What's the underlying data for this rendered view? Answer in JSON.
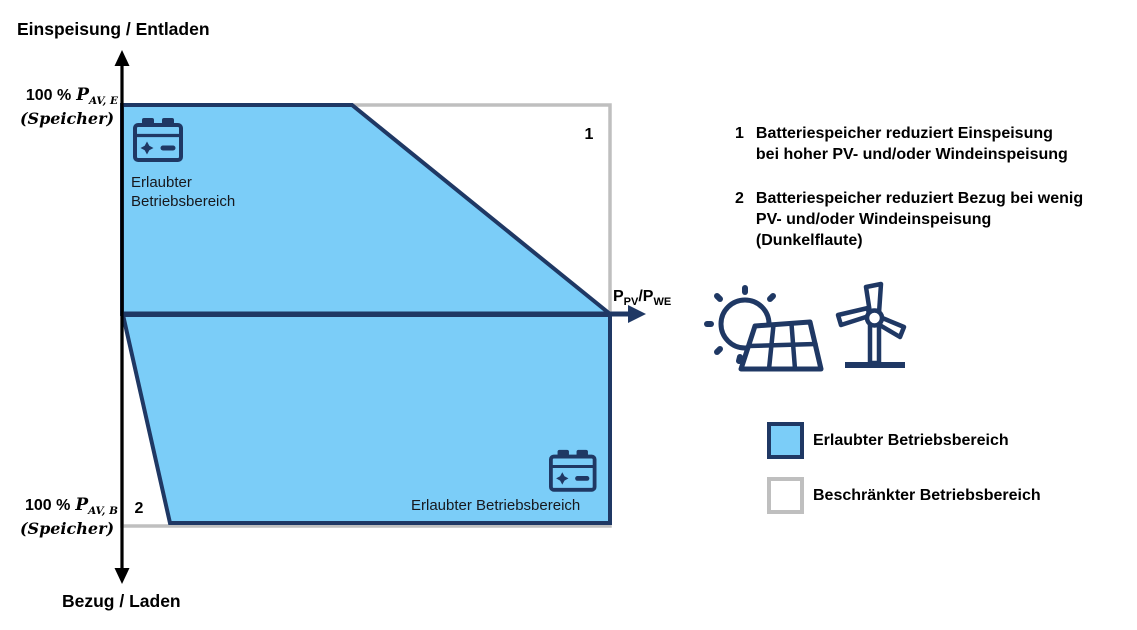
{
  "axis": {
    "y_title_top": "Einspeisung / Entladen",
    "y_title_bottom": "Bezug / Laden",
    "y_top": {
      "percent": "100 %",
      "symbol": "P",
      "subscript": "AV, E",
      "line2": "(Speicher)"
    },
    "y_bottom": {
      "percent": "100 %",
      "symbol": "P",
      "subscript": "AV, B",
      "line2": "(Speicher)"
    },
    "x": {
      "p1": "P",
      "sub1": "PV",
      "mid": "/P",
      "sub2": "WE"
    }
  },
  "regions": {
    "marker1": "1",
    "marker2": "2",
    "upper_label_line1": "Erlaubter",
    "upper_label_line2": "Betriebsbereich",
    "lower_label": "Erlaubter Betriebsbereich"
  },
  "annotations": {
    "0": {
      "num": "1",
      "line1": "Batteriespeicher reduziert Einspeisung",
      "line2": "bei hoher PV- und/oder Windeinspeisung"
    },
    "1": {
      "num": "2",
      "line1": "Batteriespeicher reduziert Bezug bei wenig",
      "line2": "PV- und/oder Windeinspeisung",
      "line3": "(Dunkelflaute)"
    }
  },
  "legend": {
    "allowed_label": "Erlaubter Betriebsbereich",
    "restricted_label": "Beschränkter Betriebsbereich"
  },
  "icons": {
    "battery": "battery-icon",
    "solar": "solar-panel-sun-icon",
    "wind": "wind-turbine-icon"
  },
  "colors": {
    "allowed_fill": "#7BCDF8",
    "navy_accent": "#1F3864",
    "restricted_gray": "#BFBFBF"
  }
}
